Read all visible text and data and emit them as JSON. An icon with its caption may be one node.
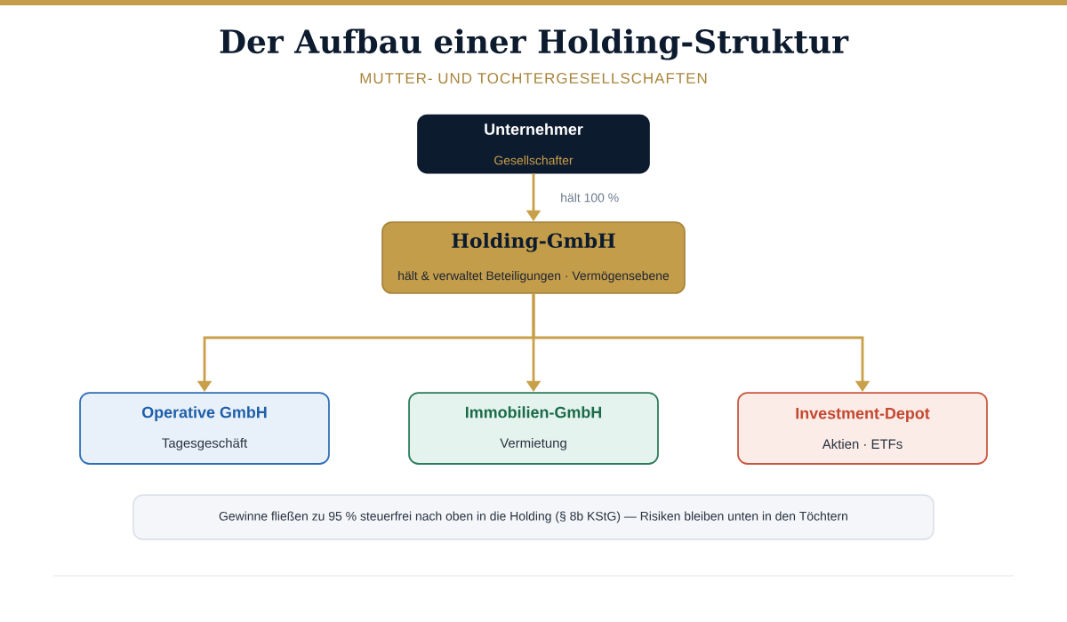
{
  "diagram": {
    "title": "Der Aufbau einer Holding-Struktur",
    "caption": "MUTTER- UND TOCHTERGESELLSCHAFTEN",
    "nodes": [
      {
        "text": [
          "Unternehmer",
          "Gesellschafter"
        ]
      },
      {
        "text": [
          "Holding-GmbH",
          "hält & verwaltet Beteiligungen · Vermögensebene"
        ]
      },
      {
        "text": [
          "Operative GmbH",
          "Tagesgeschäft"
        ]
      },
      {
        "text": [
          "Immobilien-GmbH",
          "Vermietung"
        ]
      },
      {
        "text": [
          "Investment-Depot",
          "Aktien · ETFs"
        ]
      },
      {
        "text": [
          "Gewinne fließen zu 95 % steuerfrei nach oben in die Holding (§ 8b KStG) — Risiken bleiben unten in den Töchtern"
        ]
      }
    ],
    "edges": [
      {
        "from": 0,
        "to": 1,
        "arrow": "to",
        "label": "hält 100 %"
      },
      {
        "from": 1,
        "to": 2,
        "arrow": "to"
      },
      {
        "from": 1,
        "to": 3,
        "arrow": "to"
      },
      {
        "from": 1,
        "to": 4,
        "arrow": "to"
      }
    ]
  }
}
